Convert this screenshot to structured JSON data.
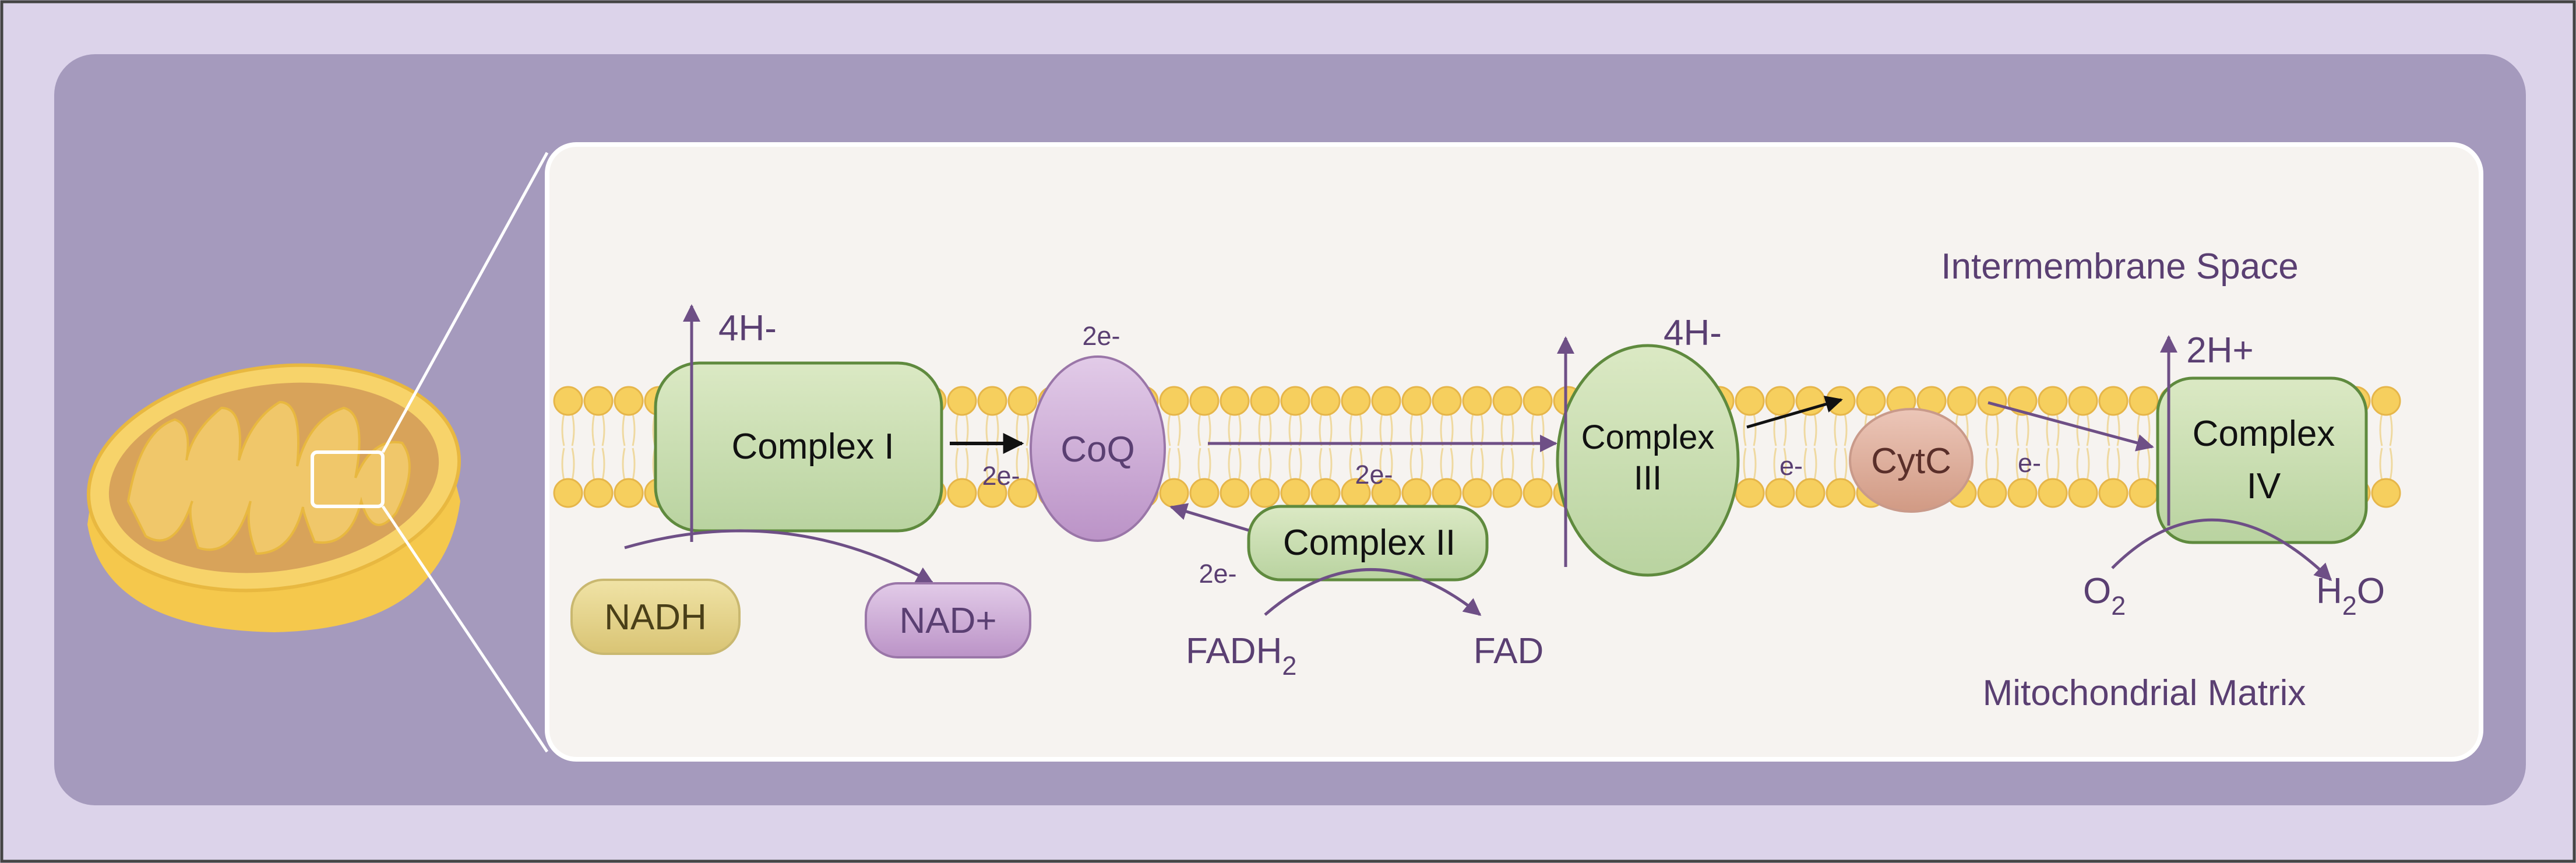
{
  "regions": {
    "intermembrane": "Intermembrane Space",
    "matrix": "Mitochondrial Matrix"
  },
  "complexes": {
    "c1": "Complex I",
    "coq": "CoQ",
    "c2": "Complex II",
    "c3_line1": "Complex",
    "c3_line2": "III",
    "cytc": "CytC",
    "c4_line1": "Complex",
    "c4_line2": "IV"
  },
  "labels": {
    "c1_protons": "4H-",
    "c3_protons": "4H-",
    "c4_protons": "2H+",
    "coq_top_e": "2e-",
    "c1_coq_e": "2e-",
    "coq_c3_e": "2e-",
    "c2_e": "2e-",
    "c3_cytc_e": "e-",
    "cytc_c4_e": "e-"
  },
  "substrates": {
    "nadh": "NADH",
    "nad": "NAD+",
    "fadh2_base": "FADH",
    "fadh2_sub": "2",
    "fad": "FAD",
    "o2_base": "O",
    "o2_sub": "2",
    "h2o_h": "H",
    "h2o_sub": "2",
    "h2o_o": "O"
  },
  "colors": {
    "frame": "#dcd3ea",
    "panel": "#a59abd",
    "canvas": "#f6f3f0",
    "complex_green": "#c8deb0",
    "purple": "#6e4f86",
    "lipid": "#f6cf5e"
  }
}
